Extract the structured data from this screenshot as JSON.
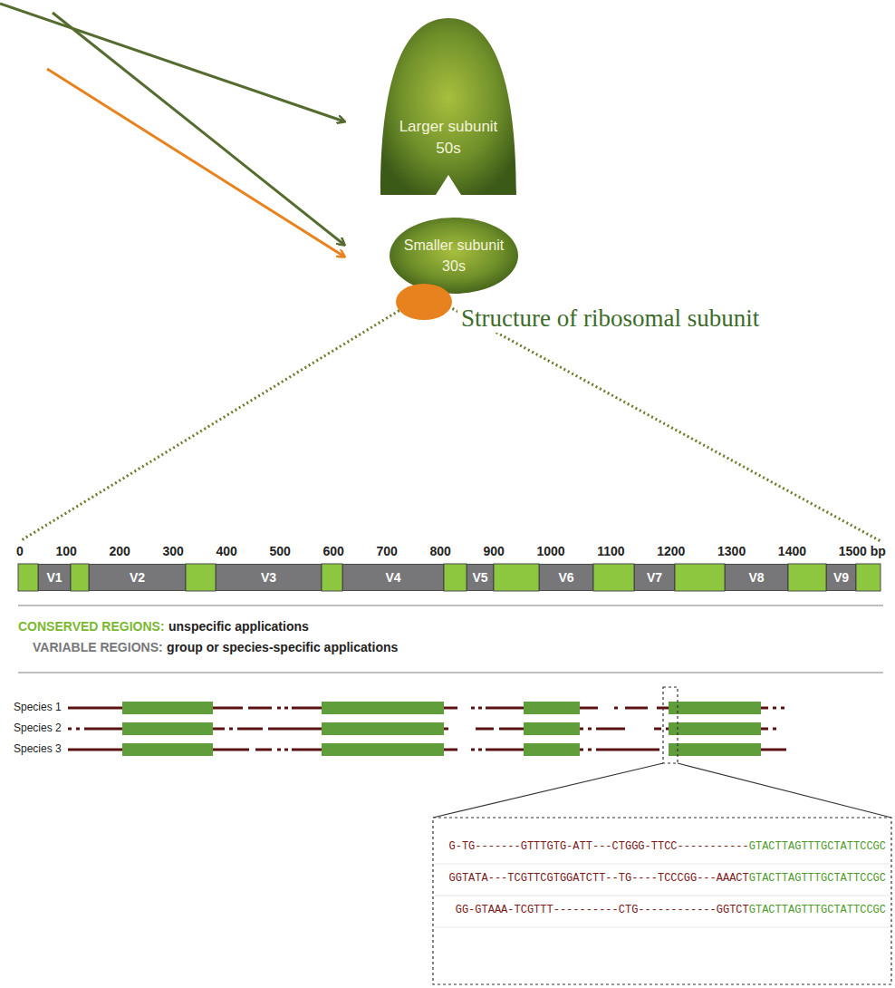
{
  "diagram": {
    "nodes": [
      {
        "text": [
          "Larger subunit",
          "50s"
        ]
      },
      {
        "text": [
          "Smaller subunit",
          "30s"
        ]
      },
      {
        "text": [
          "V1"
        ]
      },
      {
        "text": [
          "V2"
        ]
      },
      {
        "text": [
          "V3"
        ]
      },
      {
        "text": [
          "V4"
        ]
      },
      {
        "text": [
          "V5"
        ]
      },
      {
        "text": [
          "V6"
        ]
      },
      {
        "text": [
          "V7"
        ]
      },
      {
        "text": [
          "V8"
        ]
      },
      {
        "text": [
          "V9"
        ]
      }
    ],
    "labels": [
      "Structure of ribosomal subunit",
      "0",
      "100",
      "200",
      "300",
      "400",
      "500",
      "600",
      "700",
      "800",
      "900",
      "1000",
      "1100",
      "1200",
      "1300",
      "1400",
      "1500 bp",
      "CONSERVED REGIONS:",
      "unspecific applications",
      "VARIABLE REGIONS:",
      "group or species-specific applications",
      "Species 1",
      "Species 2",
      "Species 3",
      "G-TG-------GTTTGTG-ATT---CTGGG-TTCC-----------",
      "GTACTTAGTTTGCTATTCCGC",
      "GGTATA---TCGTTCGTGGATCTT--TG----TCCCGG---AAACT",
      "GTACTTAGTTTGCTATTCCGC",
      "GG-GTAAA-TCGTTT----------CTG------------GGTCT",
      "GTACTTAGTTTGCTATTCCGC"
    ]
  }
}
